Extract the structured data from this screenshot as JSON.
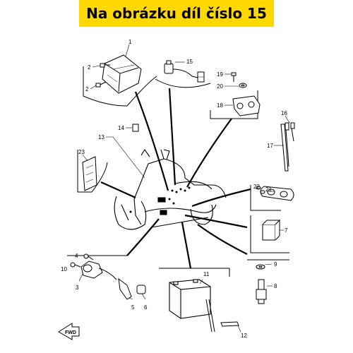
{
  "banner": {
    "text": "Na obrázku díl číslo 15",
    "color": "#ffd800"
  },
  "callouts": [
    "1",
    "2",
    "2",
    "15",
    "19",
    "20",
    "18",
    "16",
    "17",
    "14",
    "13",
    "23",
    "21",
    "22",
    "7",
    "4",
    "10",
    "3",
    "5",
    "6",
    "11",
    "9",
    "8",
    "12"
  ],
  "fwd_label": "FWD"
}
